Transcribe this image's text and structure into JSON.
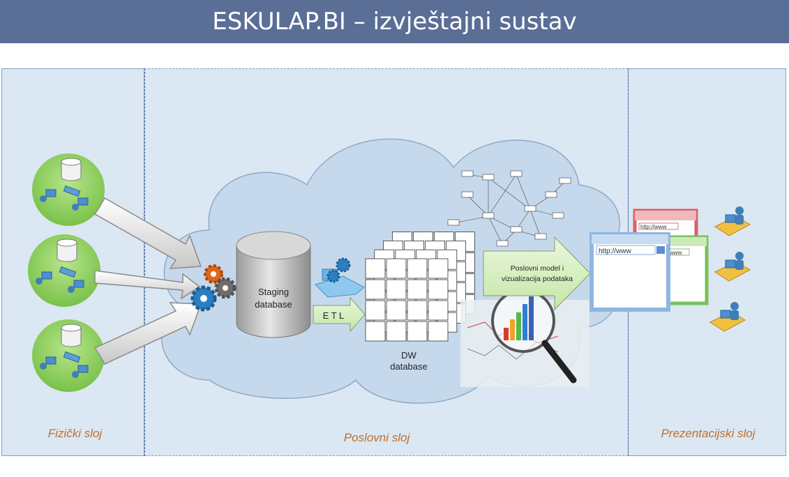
{
  "header": {
    "title": "ESKULAP.BI – izvještajni sustav"
  },
  "layers": {
    "physical": "Fizički sloj",
    "business": "Poslovni sloj",
    "presentation": "Prezentacijski sloj"
  },
  "nodes": {
    "staging_line1": "Staging",
    "staging_line2": "database",
    "etl": "E T L",
    "dw_line1": "DW",
    "dw_line2": "database",
    "model_line1": "Poslovni model i",
    "model_line2": "vizualizacija podataka",
    "browser_url": "http://www"
  },
  "colors": {
    "header_bg": "#5a6e96",
    "panel_bg": "#dbe7f3",
    "label_accent": "#c0702e",
    "arrow_green": "#d6efc0"
  }
}
